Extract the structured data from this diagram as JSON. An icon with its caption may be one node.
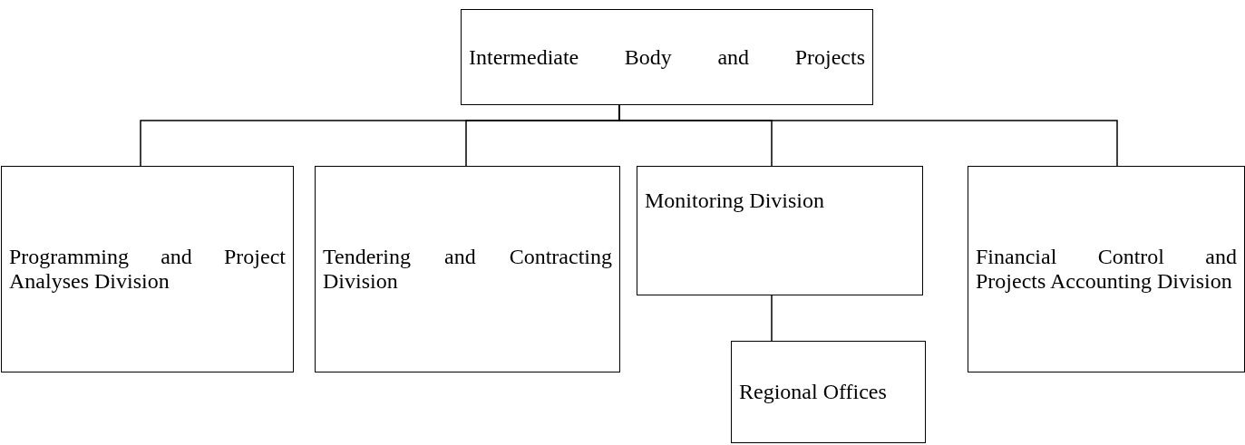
{
  "diagram": {
    "nodes": [
      {
        "text": [
          "Intermediate Body and Projects"
        ]
      },
      {
        "text": [
          "Programming and Project Analyses Division"
        ]
      },
      {
        "text": [
          "Tendering and Contracting Division"
        ]
      },
      {
        "text": [
          "Monitoring Division"
        ]
      },
      {
        "text": [
          "Financial Control and Projects Accounting Division"
        ]
      },
      {
        "text": [
          "Regional Offices"
        ]
      }
    ],
    "edges": [
      {
        "from": 0,
        "to": 1,
        "arrow": "none"
      },
      {
        "from": 0,
        "to": 2,
        "arrow": "none"
      },
      {
        "from": 0,
        "to": 3,
        "arrow": "none"
      },
      {
        "from": 0,
        "to": 4,
        "arrow": "none"
      },
      {
        "from": 3,
        "to": 5,
        "arrow": "none"
      }
    ]
  }
}
